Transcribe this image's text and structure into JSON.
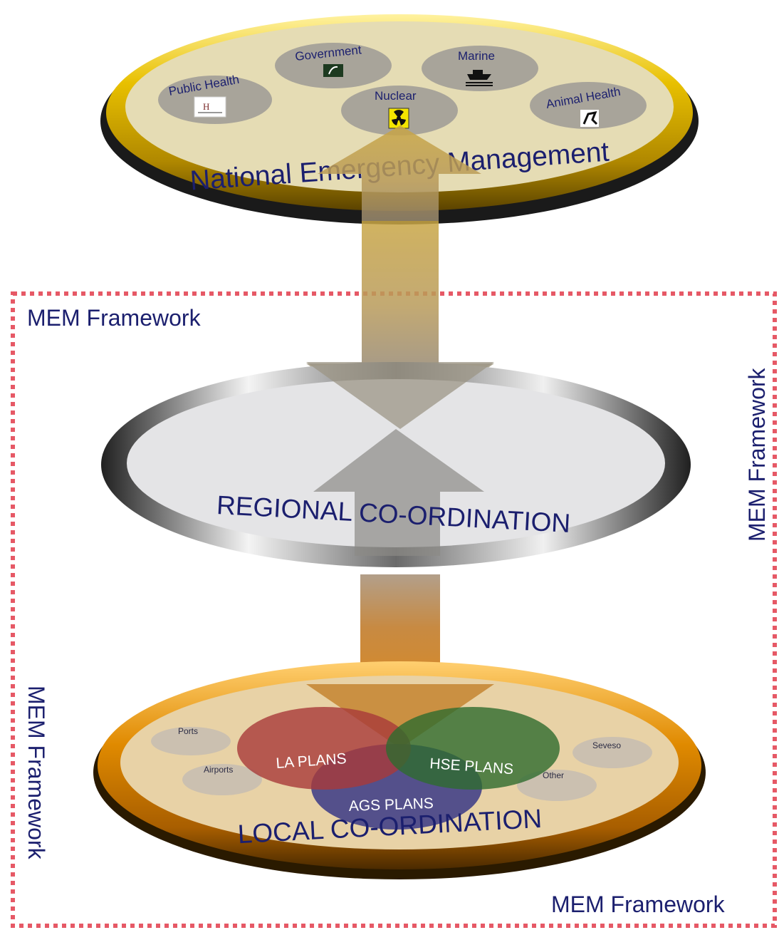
{
  "framework_label": "MEM Framework",
  "national": {
    "title": "National Emergency Management",
    "agencies": [
      {
        "label": "Public Health",
        "icon": "hse-logo-icon"
      },
      {
        "label": "Government",
        "icon": "government-harp-icon"
      },
      {
        "label": "Nuclear",
        "icon": "radiation-icon"
      },
      {
        "label": "Marine",
        "icon": "ship-icon"
      },
      {
        "label": "Animal Health",
        "icon": "animal-health-icon"
      }
    ]
  },
  "regional": {
    "title": "REGIONAL CO-ORDINATION"
  },
  "local": {
    "title": "LOCAL CO-ORDINATION",
    "plans": [
      "LA PLANS",
      "HSE PLANS",
      "AGS PLANS"
    ],
    "sites": [
      "Ports",
      "Airports",
      "Other",
      "Seveso"
    ]
  },
  "colors": {
    "national_ring": "#e0b800",
    "local_ring": "#d88a00",
    "framework_border": "#e03040",
    "la_plans": "#a83a3a",
    "hse_plans": "#2e6b2e",
    "ags_plans": "#3a3a86",
    "label_text": "#1b1f6e"
  }
}
